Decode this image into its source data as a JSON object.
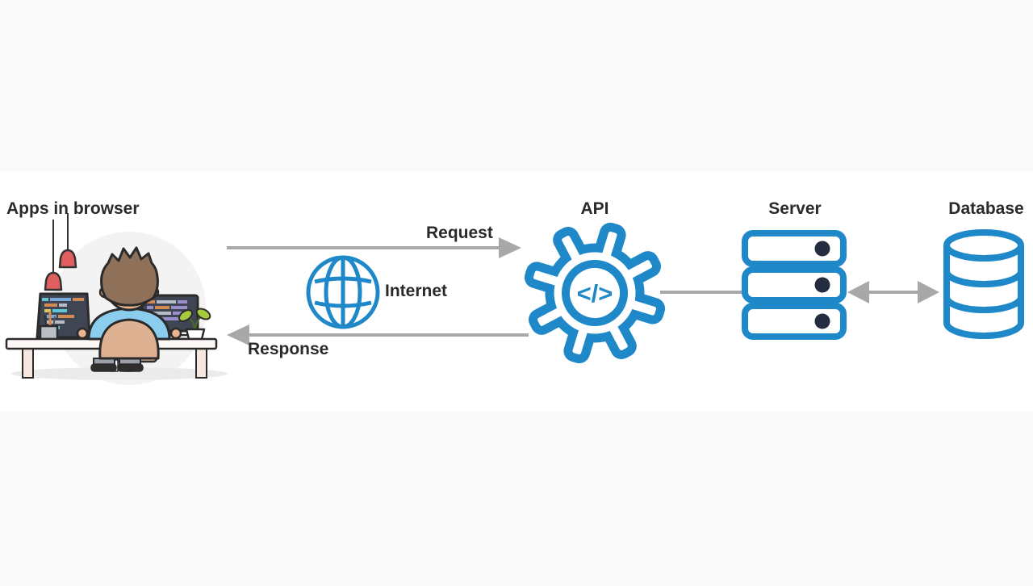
{
  "client": {
    "label": "Apps in browser"
  },
  "flow": {
    "request_label": "Request",
    "internet_label": "Internet",
    "response_label": "Response"
  },
  "nodes": {
    "api": {
      "label": "API",
      "code_glyph": "</>"
    },
    "server": {
      "label": "Server"
    },
    "database": {
      "label": "Database"
    }
  },
  "colors": {
    "accent_blue": "#1e88c9",
    "arrow_gray": "#a8a8a8",
    "text_dark": "#2a2a2a",
    "server_dot_navy": "#232d3f",
    "lamp_red": "#e25f5f",
    "screen_dark": "#3f4553",
    "chair_tan": "#dfb193",
    "shirt_blue": "#8bcdee",
    "skin": "#e6b58f",
    "hair_brown": "#8f7058",
    "band_white": "#ffffff",
    "page_bg": "#fafafa"
  },
  "icons": {
    "internet": "globe-icon",
    "api": "gear-code-icon",
    "server": "server-stack-icon",
    "database": "database-cylinder-icon",
    "client": "developer-workstation-illustration"
  }
}
